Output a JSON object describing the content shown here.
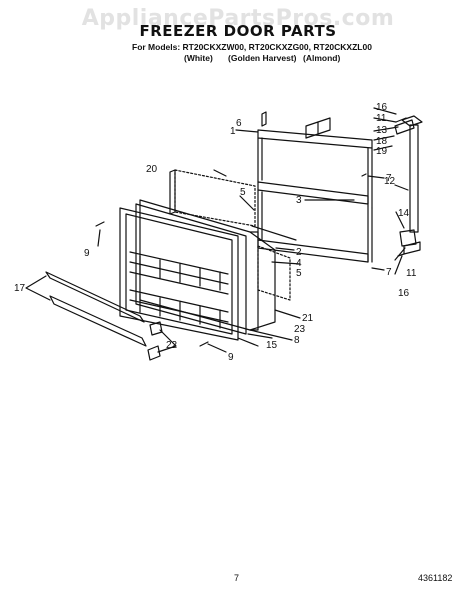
{
  "watermark": "AppliancePartsPros.com",
  "title": "FREEZER DOOR PARTS",
  "models_line": "For Models: RT20CKXZW00, RT20CKXZG00, RT20CKXZL00",
  "model_colors": [
    "(White)",
    "(Golden Harvest)",
    "(Almond)"
  ],
  "page_number": "7",
  "document_number": "4361182",
  "callouts": [
    "1",
    "2",
    "3",
    "4",
    "5",
    "5",
    "6",
    "7",
    "7",
    "8",
    "9",
    "9",
    "11",
    "11",
    "12",
    "13",
    "14",
    "15",
    "16",
    "16",
    "17",
    "18",
    "19",
    "20",
    "21",
    "22",
    "23"
  ]
}
